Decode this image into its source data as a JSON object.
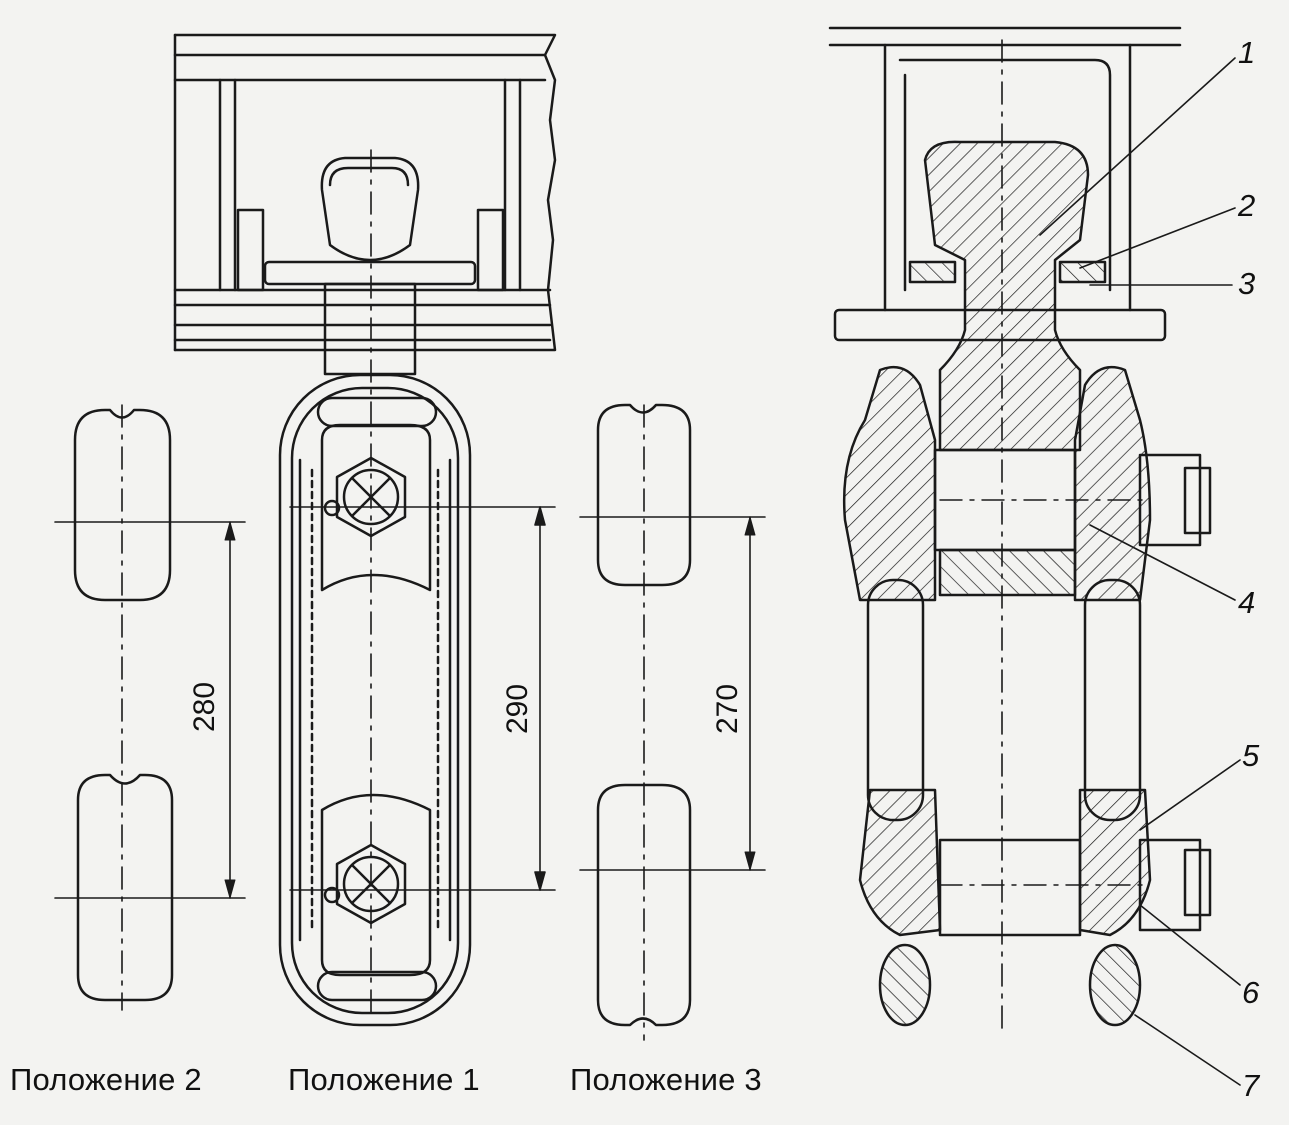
{
  "captions": {
    "position_2": "Положение 2",
    "position_1": "Положение 1",
    "position_3": "Положение 3"
  },
  "dimensions": {
    "d280": "280",
    "d290": "290",
    "d270": "270"
  },
  "callouts": [
    "1",
    "2",
    "3",
    "4",
    "5",
    "6",
    "7"
  ],
  "colors": {
    "ink": "#1a1a1a",
    "paper": "#f3f3f1"
  }
}
